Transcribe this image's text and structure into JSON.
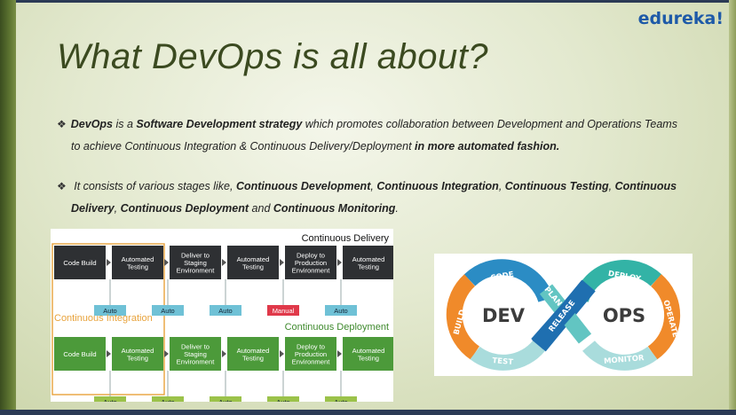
{
  "slide": {
    "logo": "edureka!",
    "title": "What DevOps is all about?",
    "bullets": [
      {
        "line1": [
          {
            "t": "DevOps",
            "b": true
          },
          {
            "t": " is a ",
            "b": false
          },
          {
            "t": "Software Development strategy",
            "b": true
          },
          {
            "t": " which promotes collaboration between Development and Operations Teams",
            "b": false
          }
        ],
        "line2": [
          {
            "t": "to achieve Continuous Integration & Continuous Delivery/Deployment ",
            "b": false
          },
          {
            "t": "in more automated fashion.",
            "b": true
          }
        ]
      },
      {
        "line1": [
          {
            "t": " It consists of various stages like, ",
            "b": false
          },
          {
            "t": "Continuous Development",
            "b": true
          },
          {
            "t": ", ",
            "b": false
          },
          {
            "t": "Continuous Integration",
            "b": true
          },
          {
            "t": ", ",
            "b": false
          },
          {
            "t": "Continuous Testing",
            "b": true
          },
          {
            "t": ", ",
            "b": false
          },
          {
            "t": "Continuous",
            "b": true
          }
        ],
        "line2": [
          {
            "t": "Delivery",
            "b": true
          },
          {
            "t": ", ",
            "b": false
          },
          {
            "t": "Continuous Deployment",
            "b": true
          },
          {
            "t": " and ",
            "b": false
          },
          {
            "t": "Continuous Monitoring",
            "b": true
          },
          {
            "t": ".",
            "b": false
          }
        ]
      }
    ]
  },
  "pipeline": {
    "delivery_title": "Continuous Delivery",
    "integration_title": "Continuous Integration",
    "deployment_title": "Continuous Deployment",
    "stages": [
      "Code Build",
      "Automated Testing",
      "Deliver to Staging Environment",
      "Automated Testing",
      "Deploy to Production Environment",
      "Automated Testing"
    ],
    "delivery_gates": [
      "Auto",
      "Auto",
      "Auto",
      "Manual",
      "Auto"
    ],
    "deployment_gates": [
      "Auto",
      "Auto",
      "Auto",
      "Auto",
      "Auto"
    ],
    "colors": {
      "delivery_box": "#2e3033",
      "deployment_box": "#4c9a3a",
      "gate_blue": "#6fc1d6",
      "gate_manual": "#e0394a",
      "gate_green": "#9bc24a",
      "integration": "#e8a33c"
    }
  },
  "infinity": {
    "left_label": "DEV",
    "right_label": "OPS",
    "phases": [
      "CODE",
      "BUILD",
      "TEST",
      "PLAN",
      "RELEASE",
      "DEPLOY",
      "OPERATE",
      "MONITOR"
    ],
    "colors": {
      "blue": "#2b8cc4",
      "teal": "#33b3a6",
      "orange": "#f08a2a",
      "light_teal": "#62c5c2",
      "dark_blue": "#1f6fb0"
    }
  }
}
